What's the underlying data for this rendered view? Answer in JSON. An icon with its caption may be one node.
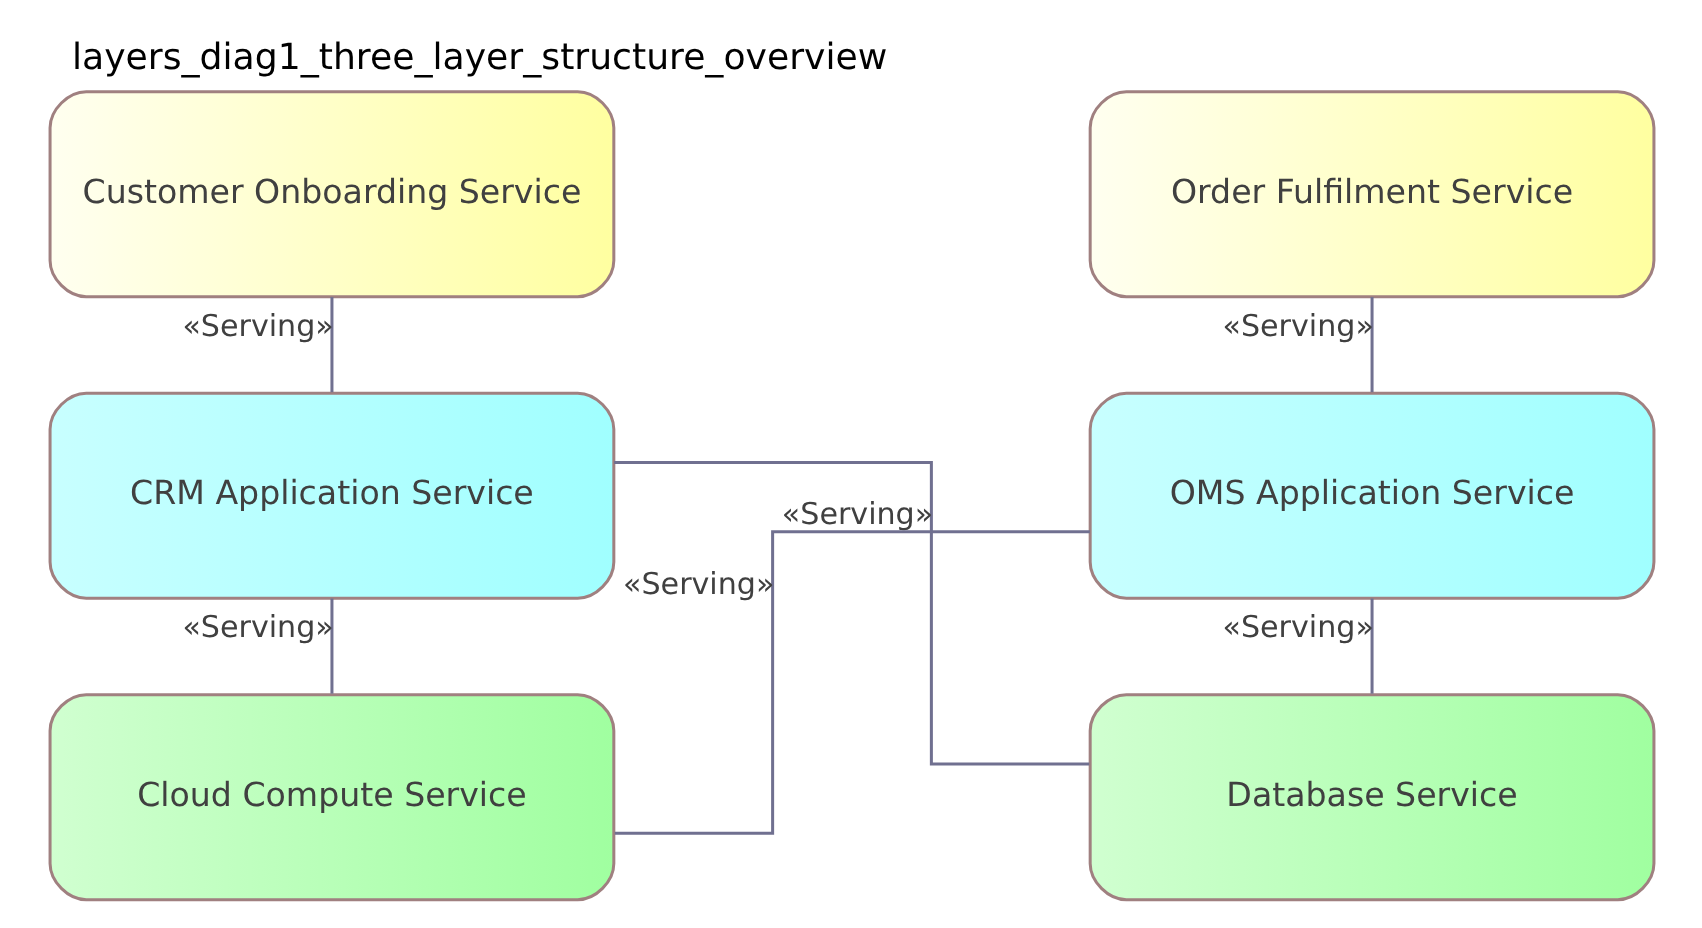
{
  "diagram": {
    "title": "layers_diag1_three_layer_structure_overview",
    "nodes": [
      {
        "text": [
          "Customer Onboarding Service"
        ]
      },
      {
        "text": [
          "Order Fulfilment Service"
        ]
      },
      {
        "text": [
          "CRM Application Service"
        ]
      },
      {
        "text": [
          "OMS Application Service"
        ]
      },
      {
        "text": [
          "Cloud Compute Service"
        ]
      },
      {
        "text": [
          "Database Service"
        ]
      }
    ],
    "edges": [
      {
        "from": 2,
        "to": 0,
        "arrow": "none",
        "label": "«Serving»"
      },
      {
        "from": 3,
        "to": 1,
        "arrow": "none",
        "label": "«Serving»"
      },
      {
        "from": 4,
        "to": 2,
        "arrow": "none",
        "label": "«Serving»"
      },
      {
        "from": 5,
        "to": 3,
        "arrow": "none",
        "label": "«Serving»"
      },
      {
        "from": 5,
        "to": 2,
        "arrow": "none",
        "label": "«Serving»"
      },
      {
        "from": 4,
        "to": 3,
        "arrow": "none",
        "label": "«Serving»"
      }
    ]
  }
}
